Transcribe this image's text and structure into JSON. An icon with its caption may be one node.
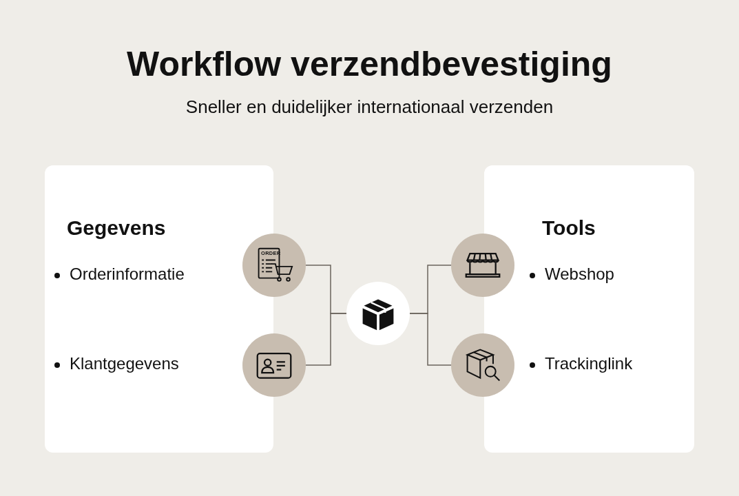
{
  "diagram": {
    "title": "Workflow verzendbevestiging",
    "caption": "Sneller en duidelijker internationaal verzenden",
    "nodes": [
      {
        "text": [
          "Gegevens",
          "Orderinformatie",
          "Klantgegevens"
        ]
      },
      {
        "text": [
          "Tools",
          "Webshop",
          "Trackinglink"
        ]
      },
      {
        "text": [],
        "shape": "circle"
      },
      {
        "text": [],
        "shape": "circle"
      },
      {
        "text": [],
        "shape": "circle"
      },
      {
        "text": [],
        "shape": "circle"
      },
      {
        "text": [],
        "shape": "circle"
      }
    ],
    "edges": [
      {
        "from": 2,
        "to": 4,
        "arrow": "none"
      },
      {
        "from": 3,
        "to": 4,
        "arrow": "none"
      },
      {
        "from": 4,
        "to": 5,
        "arrow": "none"
      },
      {
        "from": 4,
        "to": 6,
        "arrow": "none"
      }
    ],
    "labels": [
      "ORDER"
    ]
  }
}
